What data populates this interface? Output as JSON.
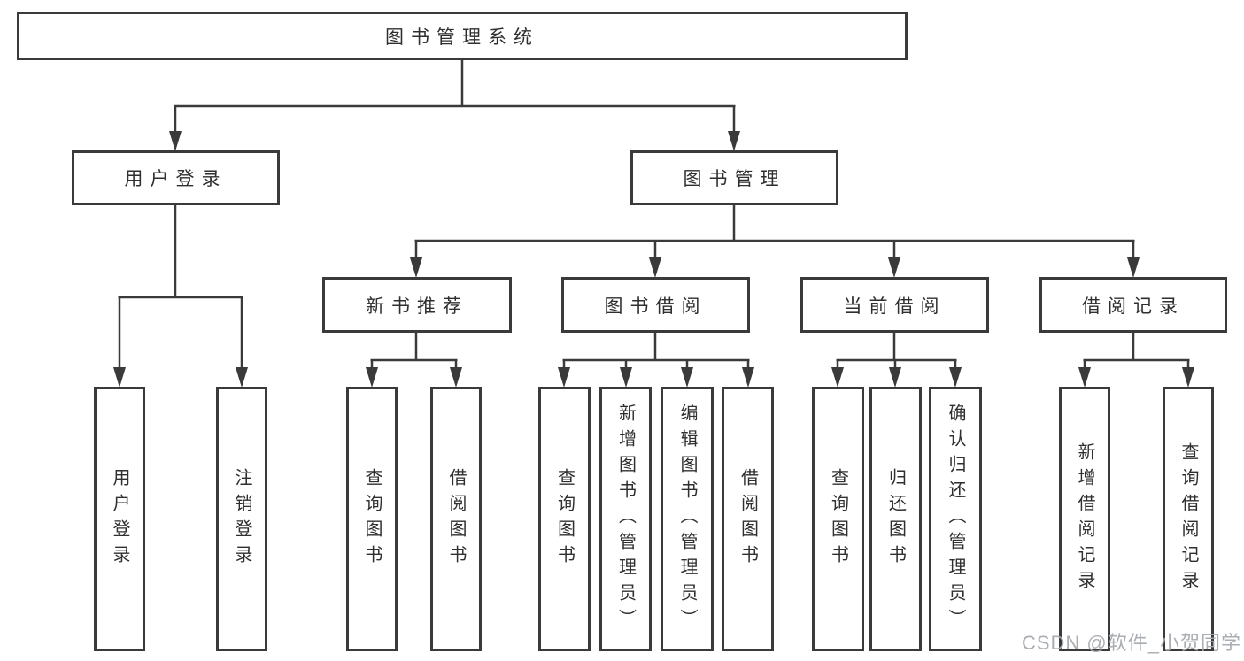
{
  "tree": {
    "label": "图书管理系统",
    "children": [
      {
        "label": "用户登录",
        "children": [
          {
            "label": "用户登录"
          },
          {
            "label": "注销登录"
          }
        ]
      },
      {
        "label": "图书管理",
        "children": [
          {
            "label": "新书推荐",
            "children": [
              {
                "label": "查询图书"
              },
              {
                "label": "借阅图书"
              }
            ]
          },
          {
            "label": "图书借阅",
            "children": [
              {
                "label": "查询图书"
              },
              {
                "label": "新增图书（管理员）"
              },
              {
                "label": "编辑图书（管理员）"
              },
              {
                "label": "借阅图书"
              }
            ]
          },
          {
            "label": "当前借阅",
            "children": [
              {
                "label": "查询图书"
              },
              {
                "label": "归还图书"
              },
              {
                "label": "确认归还（管理员）"
              }
            ]
          },
          {
            "label": "借阅记录",
            "children": [
              {
                "label": "新增借阅记录"
              },
              {
                "label": "查询借阅记录"
              }
            ]
          }
        ]
      }
    ]
  },
  "colors": {
    "line": "#3a3a3a",
    "text": "#2f2f2f",
    "watermark": "#a5aaaf"
  },
  "watermark": "CSDN @软件_小贺同学"
}
